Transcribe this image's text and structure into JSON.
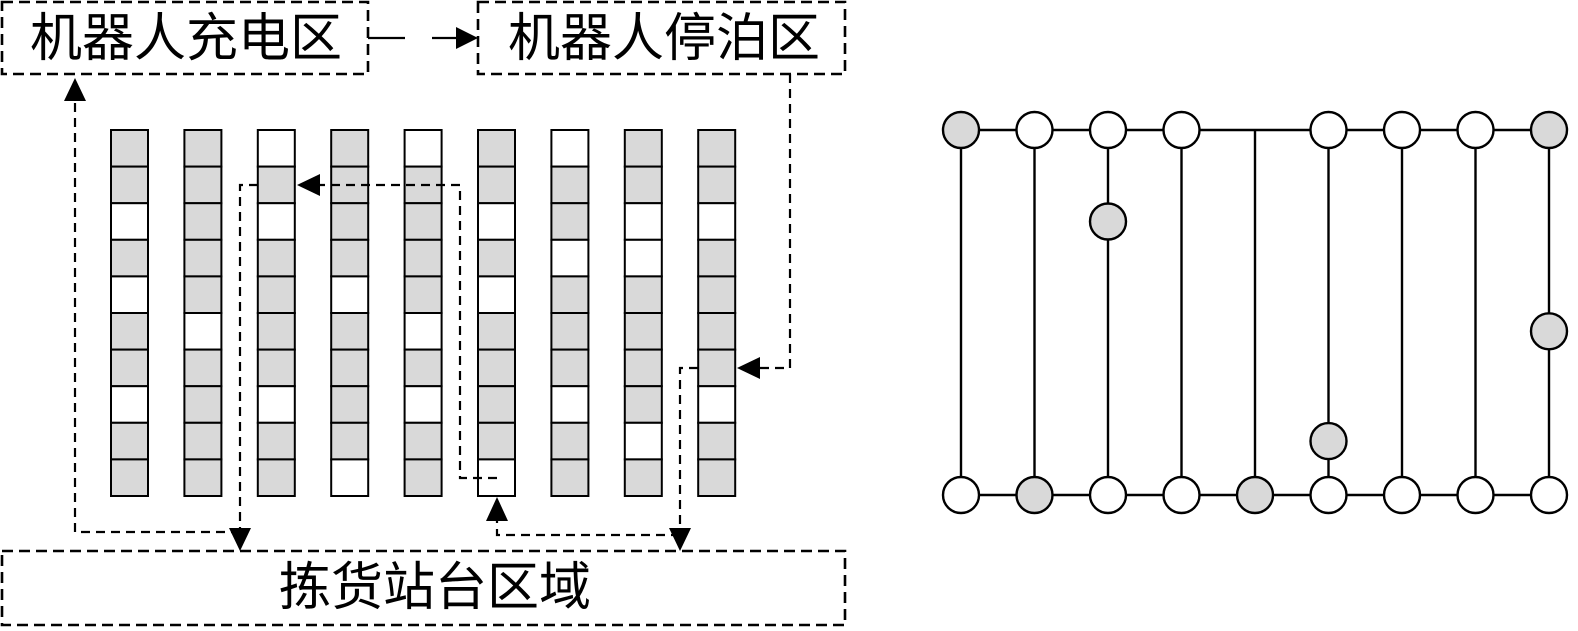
{
  "diagram": {
    "areas": {
      "charging": "机器人充电区",
      "parking": "机器人停泊区",
      "picking": "拣货站台区域"
    },
    "colors": {
      "gray": "#d9d9d9",
      "white": "#ffffff",
      "line": "#000000"
    },
    "shelves": [
      [
        "gray",
        "gray",
        "white",
        "gray",
        "white",
        "gray",
        "gray",
        "white",
        "gray",
        "gray"
      ],
      [
        "gray",
        "gray",
        "gray",
        "gray",
        "gray",
        "white",
        "gray",
        "gray",
        "gray",
        "gray"
      ],
      [
        "white",
        "gray",
        "white",
        "gray",
        "gray",
        "gray",
        "gray",
        "white",
        "gray",
        "gray"
      ],
      [
        "gray",
        "gray",
        "gray",
        "gray",
        "white",
        "gray",
        "gray",
        "gray",
        "gray",
        "white"
      ],
      [
        "white",
        "gray",
        "gray",
        "gray",
        "gray",
        "white",
        "gray",
        "white",
        "gray",
        "gray"
      ],
      [
        "gray",
        "gray",
        "white",
        "gray",
        "white",
        "gray",
        "gray",
        "gray",
        "gray",
        "white"
      ],
      [
        "white",
        "gray",
        "gray",
        "white",
        "gray",
        "gray",
        "gray",
        "white",
        "gray",
        "gray"
      ],
      [
        "gray",
        "gray",
        "white",
        "white",
        "gray",
        "gray",
        "gray",
        "gray",
        "white",
        "gray"
      ],
      [
        "gray",
        "gray",
        "white",
        "gray",
        "gray",
        "gray",
        "gray",
        "white",
        "gray",
        "gray"
      ]
    ],
    "graph": {
      "columns": [
        {
          "top": "gray",
          "bottom": "white"
        },
        {
          "top": "white",
          "bottom": "gray"
        },
        {
          "top": "white",
          "bottom": "white"
        },
        {
          "top": "white",
          "bottom": "white"
        },
        {
          "top": null,
          "bottom": "gray"
        },
        {
          "top": "white",
          "bottom": "white"
        },
        {
          "top": "white",
          "bottom": "white"
        },
        {
          "top": "white",
          "bottom": "white"
        },
        {
          "top": "gray",
          "bottom": "white"
        }
      ],
      "middle_nodes": [
        {
          "column": 2,
          "row": 2,
          "fill": "gray"
        },
        {
          "column": 8,
          "row": 5,
          "fill": "gray"
        },
        {
          "column": 5,
          "row": 8,
          "fill": "gray"
        }
      ]
    }
  }
}
